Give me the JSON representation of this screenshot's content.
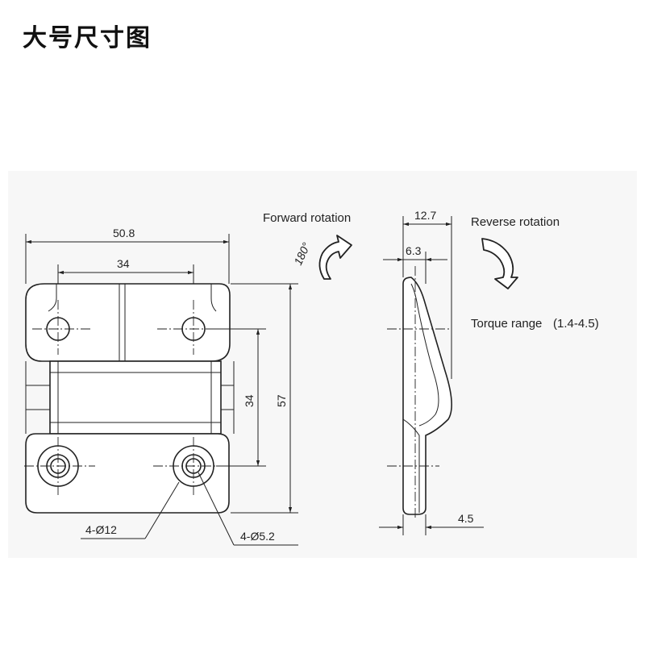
{
  "title": "大号尺寸图",
  "dimensions": {
    "overall_width": "50.8",
    "hole_spacing_horizontal": "34",
    "hole_spacing_vertical": "34",
    "overall_height": "57",
    "side_width": "12.7",
    "side_offset": "6.3",
    "thickness": "4.5",
    "large_holes": "4-Ø12",
    "small_holes": "4-Ø5.2"
  },
  "rotation": {
    "forward_label": "Forward rotation",
    "forward_angle": "180°",
    "reverse_label": "Reverse rotation",
    "torque_label": "Torque range",
    "torque_value": "(1.4-4.5)"
  }
}
